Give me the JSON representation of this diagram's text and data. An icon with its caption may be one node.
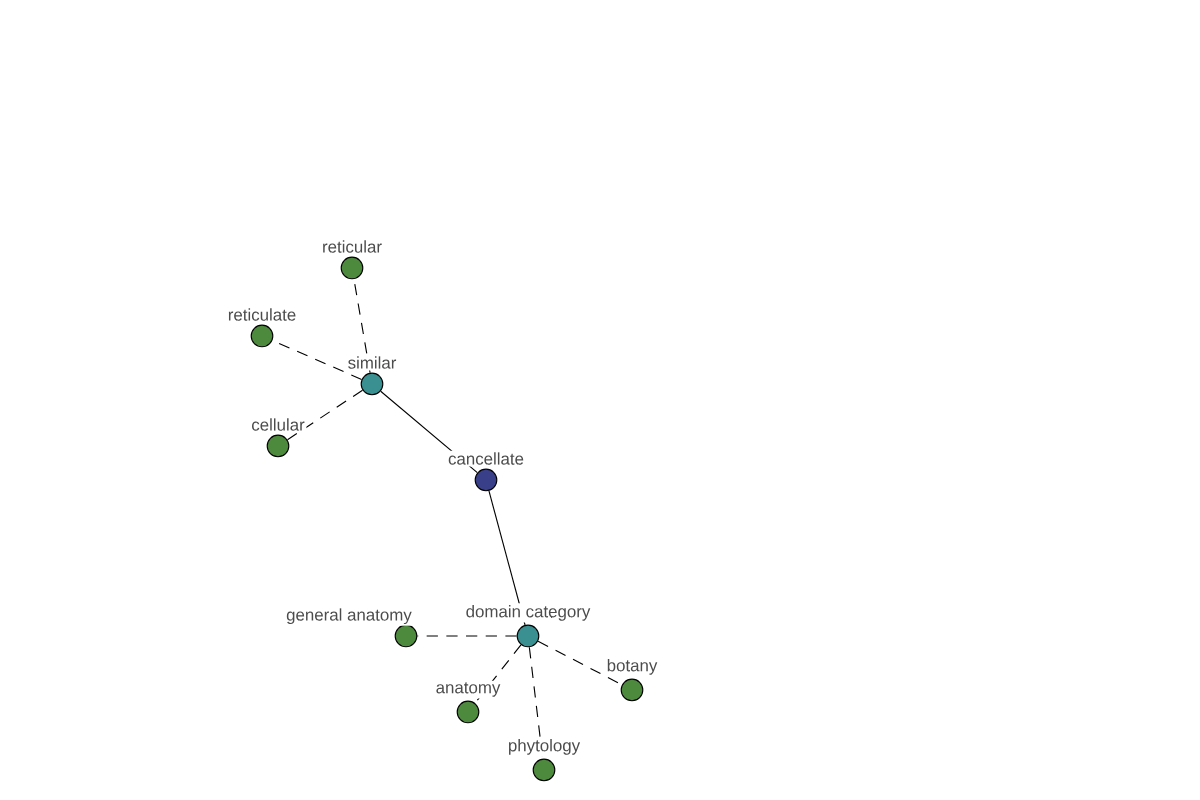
{
  "diagram": {
    "nodes": [
      {
        "text": [
          "reticular"
        ]
      },
      {
        "text": [
          "reticulate"
        ]
      },
      {
        "text": [
          "similar"
        ]
      },
      {
        "text": [
          "cellular"
        ]
      },
      {
        "text": [
          "cancellate"
        ]
      },
      {
        "text": [
          "general anatomy"
        ]
      },
      {
        "text": [
          "domain category"
        ]
      },
      {
        "text": [
          "anatomy"
        ]
      },
      {
        "text": [
          "botany"
        ]
      },
      {
        "text": [
          "phytology"
        ]
      }
    ],
    "edges": [
      {
        "from": 2,
        "to": 0,
        "arrow": "none",
        "style": "dashed"
      },
      {
        "from": 2,
        "to": 1,
        "arrow": "none",
        "style": "dashed"
      },
      {
        "from": 2,
        "to": 3,
        "arrow": "none",
        "style": "dashed"
      },
      {
        "from": 2,
        "to": 4,
        "arrow": "none"
      },
      {
        "from": 4,
        "to": 6,
        "arrow": "none"
      },
      {
        "from": 6,
        "to": 5,
        "arrow": "none",
        "style": "dashed"
      },
      {
        "from": 6,
        "to": 7,
        "arrow": "none",
        "style": "dashed"
      },
      {
        "from": 6,
        "to": 9,
        "arrow": "none",
        "style": "dashed"
      },
      {
        "from": 6,
        "to": 8,
        "arrow": "none",
        "style": "dashed"
      }
    ]
  }
}
